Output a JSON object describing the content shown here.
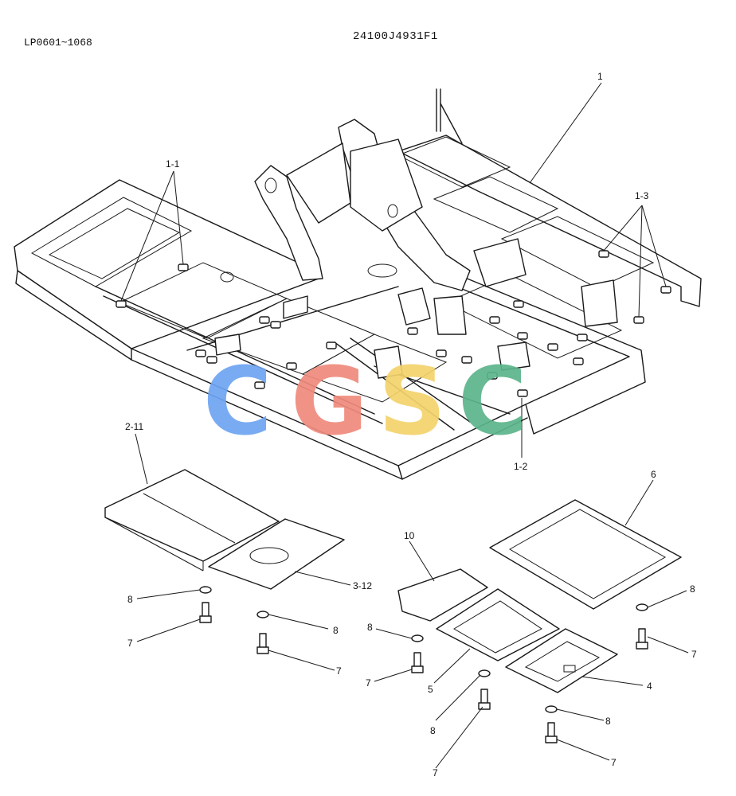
{
  "header": {
    "model_range": "LP0601~1068",
    "drawing_number": "24100J4931F1"
  },
  "watermark": {
    "letters": [
      "C",
      "G",
      "S",
      "C"
    ],
    "colors": [
      "#6ea4f2",
      "#ef8a7c",
      "#f4d36c",
      "#5bb58a"
    ]
  },
  "callouts": {
    "frame": "1",
    "frame_sub_left": "1-1",
    "frame_sub_center": "1-2",
    "frame_sub_right": "1-3",
    "cover_left_large": "2-11",
    "cover_left_small": "3-12",
    "cover_front": "4",
    "cover_mid": "5",
    "cover_large_right": "6",
    "cover_end": "10",
    "bolt": "7",
    "washer": "8"
  }
}
